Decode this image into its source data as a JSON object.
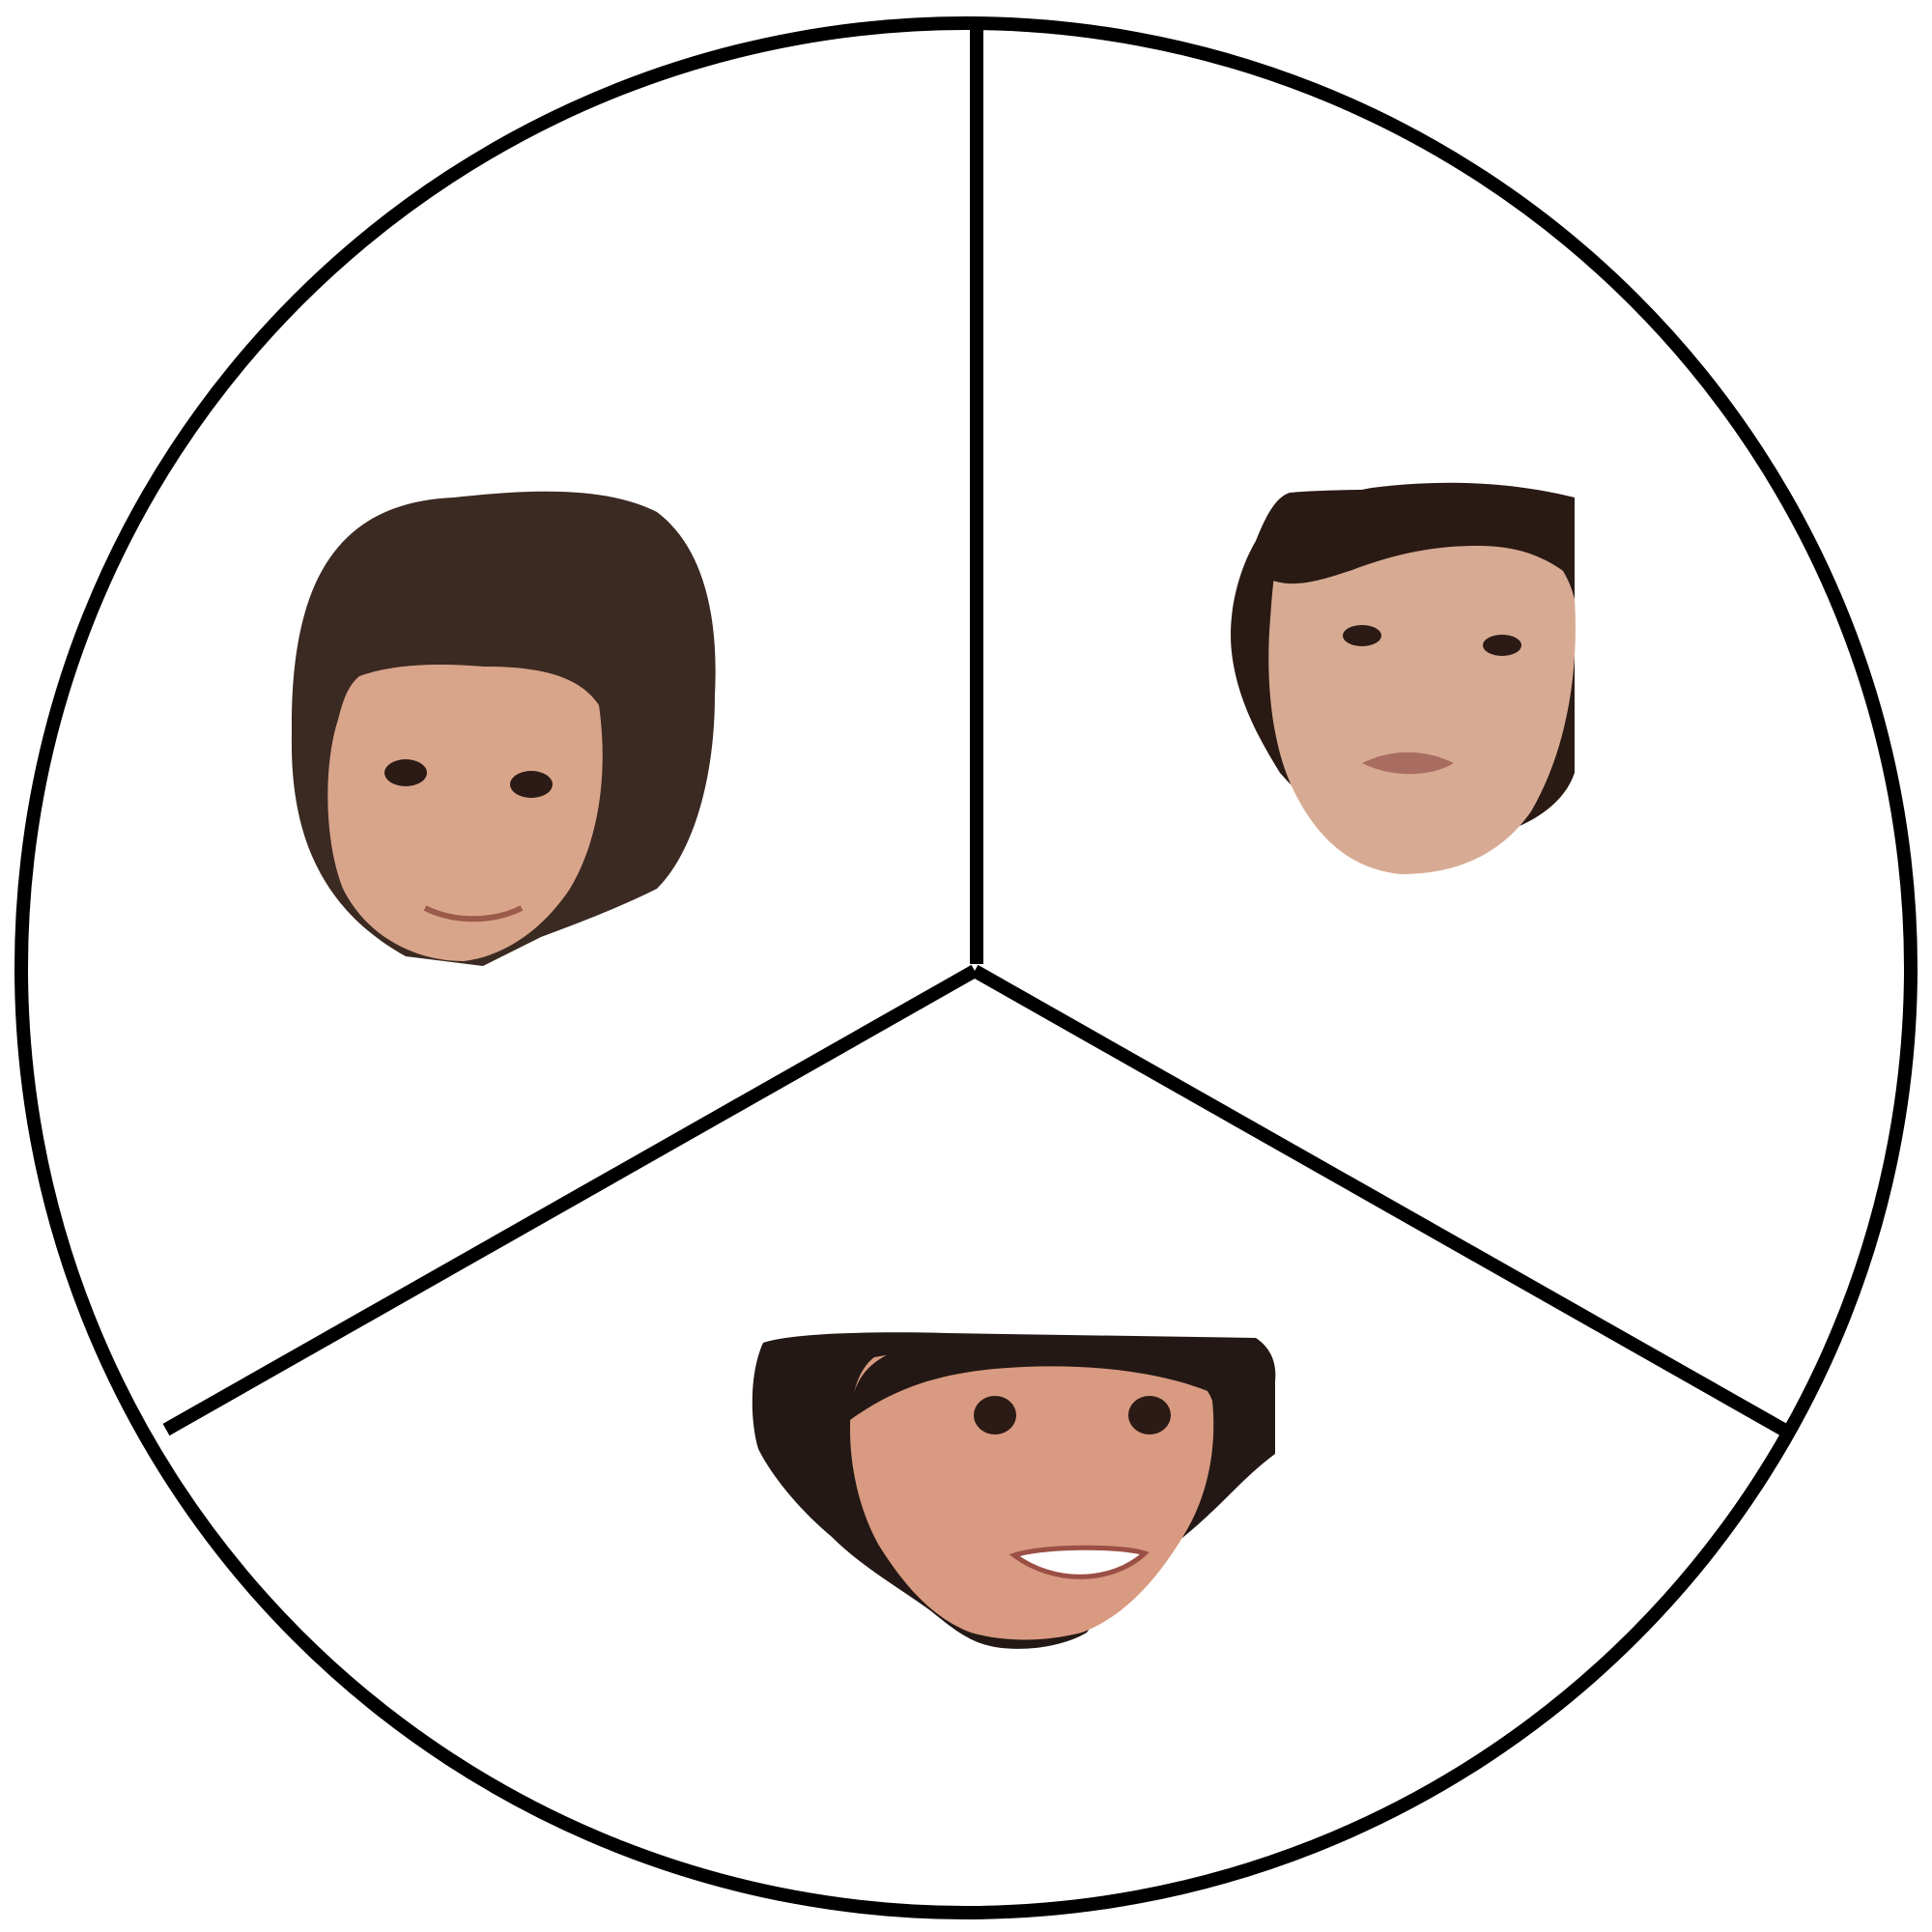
{
  "diagram": {
    "type": "circle-divided-into-three-sections",
    "background_color": "#ffffff",
    "line_color": "#000000",
    "sections": [
      {
        "position": "upper-left",
        "icon": "child-face-photo",
        "skin_color": "#d9a58a",
        "hair_color": "#3b2a22"
      },
      {
        "position": "upper-right",
        "icon": "child-face-photo",
        "skin_color": "#d7ab93",
        "hair_color": "#2a1a14"
      },
      {
        "position": "bottom",
        "icon": "child-face-photo",
        "skin_color": "#d89a80",
        "hair_color": "#231815"
      }
    ]
  }
}
